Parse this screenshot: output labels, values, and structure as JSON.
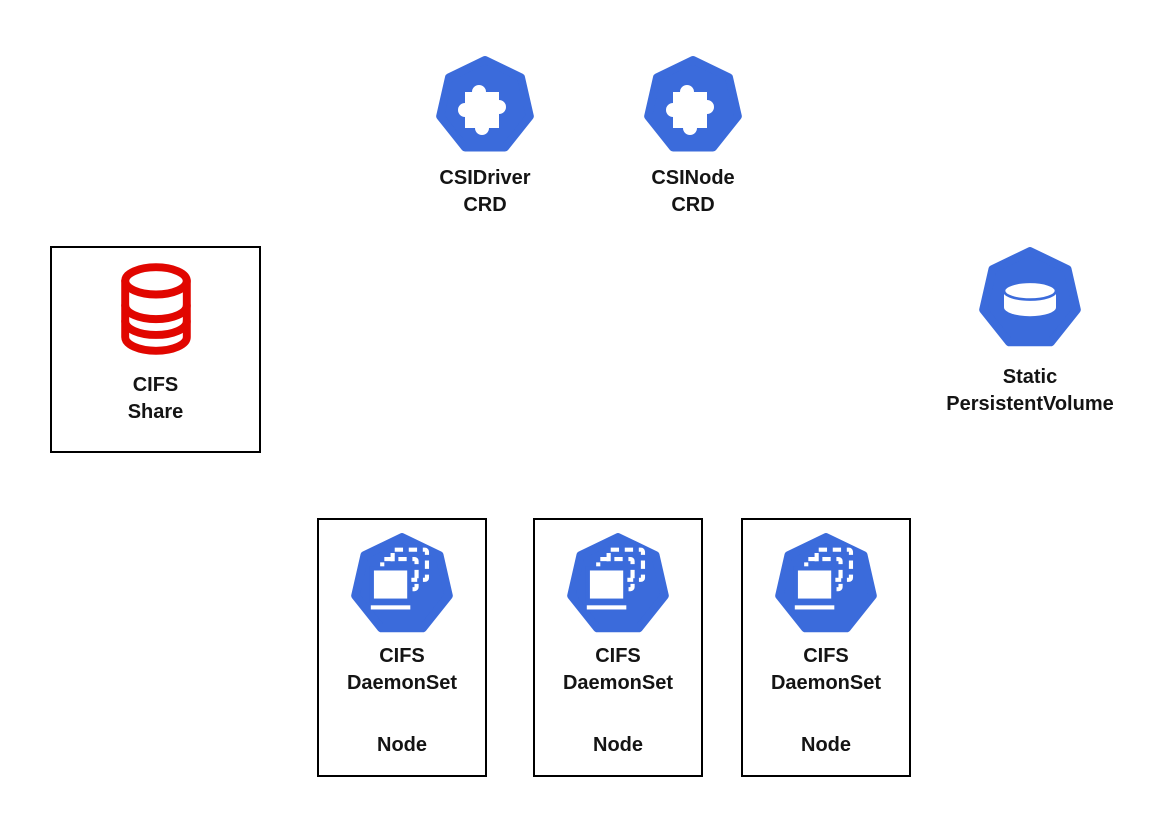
{
  "colors": {
    "kubernetes_blue": "#3B6BDB",
    "database_red": "#E10600",
    "border_black": "#000000",
    "text_black": "#141414",
    "background": "#FFFFFF"
  },
  "diagram": {
    "crd_items": [
      {
        "icon": "crd-puzzle-icon",
        "line1": "CSIDriver",
        "line2": "CRD"
      },
      {
        "icon": "crd-puzzle-icon",
        "line1": "CSINode",
        "line2": "CRD"
      }
    ],
    "cifs_share": {
      "icon": "database-icon",
      "line1": "CIFS",
      "line2": "Share"
    },
    "static_pv": {
      "icon": "persistent-volume-icon",
      "line1": "Static",
      "line2": "PersistentVolume"
    },
    "daemonset_nodes": [
      {
        "icon": "daemonset-icon",
        "line1": "CIFS",
        "line2": "DaemonSet",
        "node_label": "Node"
      },
      {
        "icon": "daemonset-icon",
        "line1": "CIFS",
        "line2": "DaemonSet",
        "node_label": "Node"
      },
      {
        "icon": "daemonset-icon",
        "line1": "CIFS",
        "line2": "DaemonSet",
        "node_label": "Node"
      }
    ]
  }
}
